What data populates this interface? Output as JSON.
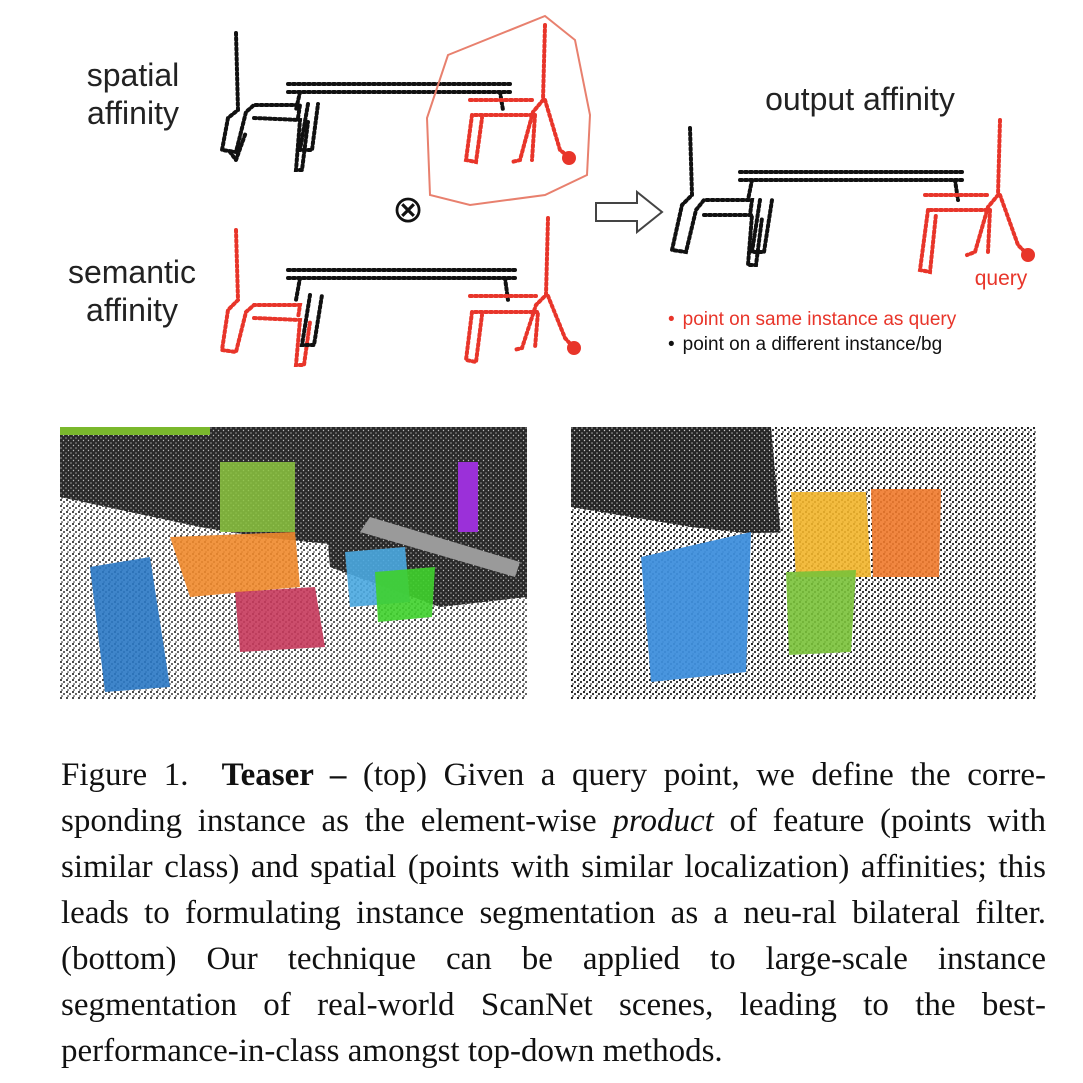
{
  "diagram": {
    "spatial_label": [
      "spatial",
      "affinity"
    ],
    "semantic_label": [
      "semantic",
      "affinity"
    ],
    "output_label": "output affinity",
    "query_label": "query",
    "operator_symbol": "⊗",
    "legend": [
      {
        "bullet": "•",
        "text": "point on same instance as query",
        "color": "#e8352a"
      },
      {
        "bullet": "•",
        "text": "point on a different instance/bg",
        "color": "#111111"
      }
    ]
  },
  "scenes": [
    {
      "name": "scannet-scene-left",
      "instances": [
        "blue",
        "orange",
        "green",
        "crimson",
        "purple",
        "cyan",
        "lime"
      ]
    },
    {
      "name": "scannet-scene-right",
      "instances": [
        "blue",
        "yellow",
        "orange",
        "green"
      ]
    }
  ],
  "caption": {
    "prefix": "Figure 1.",
    "title": "Teaser –",
    "part1": "(top) Given a query point, we define the corre-sponding instance as the element-wise",
    "emph": "product",
    "part2": "of feature (points with similar class) and spatial (points with similar localization) affinities; this leads to formulating instance segmentation as a neu-ral bilateral filter. (bottom) Our technique can be applied to large-scale instance segmentation of real-world ScanNet scenes, leading to the best-performance-in-class amongst top-down methods."
  },
  "colors": {
    "query_red": "#e8352a",
    "point_black": "#111111"
  }
}
